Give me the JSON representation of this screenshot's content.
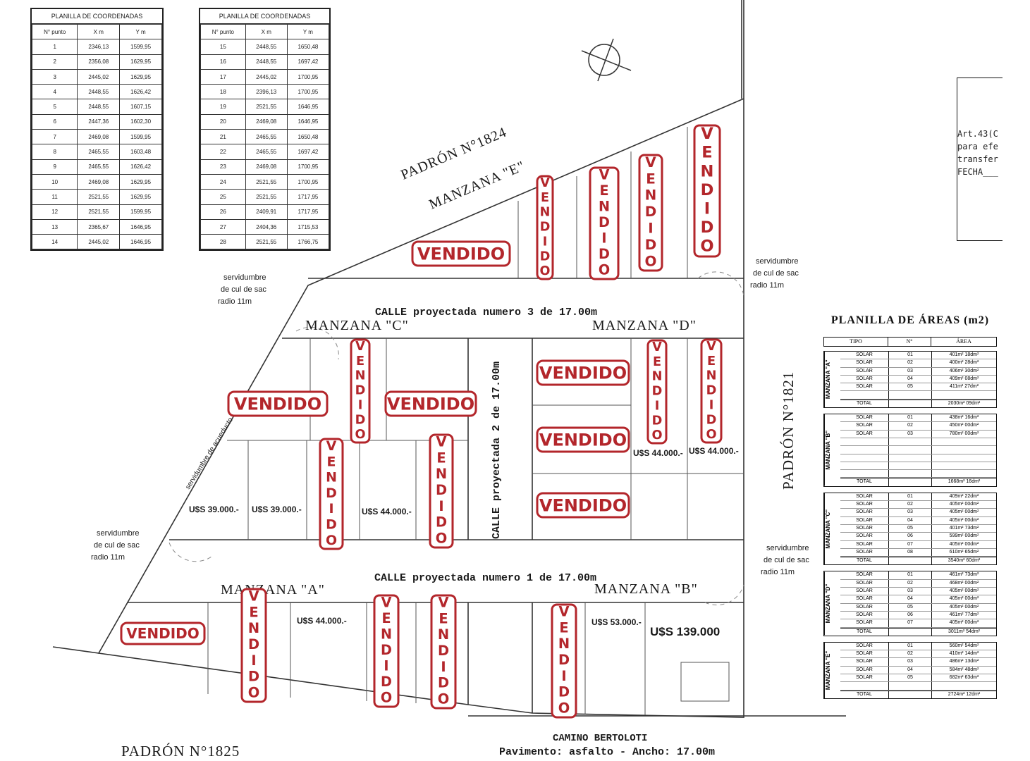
{
  "coord_table_1": {
    "title": "PLANILLA DE COORDENADAS",
    "headers": [
      "N° punto",
      "X m",
      "Y m"
    ],
    "rows": [
      [
        "1",
        "2346,13",
        "1599,95"
      ],
      [
        "2",
        "2356,08",
        "1629,95"
      ],
      [
        "3",
        "2445,02",
        "1629,95"
      ],
      [
        "4",
        "2448,55",
        "1626,42"
      ],
      [
        "5",
        "2448,55",
        "1607,15"
      ],
      [
        "6",
        "2447,36",
        "1602,30"
      ],
      [
        "7",
        "2469,08",
        "1599,95"
      ],
      [
        "8",
        "2465,55",
        "1603,48"
      ],
      [
        "9",
        "2465,55",
        "1626,42"
      ],
      [
        "10",
        "2469,08",
        "1629,95"
      ],
      [
        "11",
        "2521,55",
        "1629,95"
      ],
      [
        "12",
        "2521,55",
        "1599,95"
      ],
      [
        "13",
        "2365,67",
        "1646,95"
      ],
      [
        "14",
        "2445,02",
        "1646,95"
      ]
    ]
  },
  "coord_table_2": {
    "title": "PLANILLA DE COORDENADAS",
    "headers": [
      "N° punto",
      "X m",
      "Y m"
    ],
    "rows": [
      [
        "15",
        "2448,55",
        "1650,48"
      ],
      [
        "16",
        "2448,55",
        "1697,42"
      ],
      [
        "17",
        "2445,02",
        "1700,95"
      ],
      [
        "18",
        "2396,13",
        "1700,95"
      ],
      [
        "19",
        "2521,55",
        "1646,95"
      ],
      [
        "20",
        "2469,08",
        "1646,95"
      ],
      [
        "21",
        "2465,55",
        "1650,48"
      ],
      [
        "22",
        "2465,55",
        "1697,42"
      ],
      [
        "23",
        "2469,08",
        "1700,95"
      ],
      [
        "24",
        "2521,55",
        "1700,95"
      ],
      [
        "25",
        "2521,55",
        "1717,95"
      ],
      [
        "26",
        "2409,91",
        "1717,95"
      ],
      [
        "27",
        "2404,36",
        "1715,53"
      ],
      [
        "28",
        "2521,55",
        "1766,75"
      ]
    ]
  },
  "areas_table": {
    "title": "PLANILLA DE ÁREAS (m2)",
    "headers": [
      "TIPO",
      "N°",
      "ÁREA"
    ],
    "blocks": [
      {
        "name": "MANZANA \"A\"",
        "rows": [
          [
            "SOLAR",
            "01",
            "401m² 18dm²"
          ],
          [
            "SOLAR",
            "02",
            "400m² 28dm²"
          ],
          [
            "SOLAR",
            "03",
            "406m² 30dm²"
          ],
          [
            "SOLAR",
            "04",
            "409m² 08dm²"
          ],
          [
            "SOLAR",
            "05",
            "411m² 27dm²"
          ]
        ],
        "total": "2030m² 09dm²"
      },
      {
        "name": "MANZANA \"B\"",
        "rows": [
          [
            "SOLAR",
            "01",
            "438m² 16dm²"
          ],
          [
            "SOLAR",
            "02",
            "450m² 00dm²"
          ],
          [
            "SOLAR",
            "03",
            "780m² 00dm²"
          ]
        ],
        "total": "1668m² 16dm²"
      },
      {
        "name": "MANZANA \"C\"",
        "rows": [
          [
            "SOLAR",
            "01",
            "409m² 22dm²"
          ],
          [
            "SOLAR",
            "02",
            "405m² 00dm²"
          ],
          [
            "SOLAR",
            "03",
            "405m² 00dm²"
          ],
          [
            "SOLAR",
            "04",
            "405m² 00dm²"
          ],
          [
            "SOLAR",
            "05",
            "401m² 73dm²"
          ],
          [
            "SOLAR",
            "06",
            "599m² 00dm²"
          ],
          [
            "SOLAR",
            "07",
            "405m² 00dm²"
          ],
          [
            "SOLAR",
            "08",
            "610m² 65dm²"
          ]
        ],
        "total": "3540m² 60dm²"
      },
      {
        "name": "MANZANA \"D\"",
        "rows": [
          [
            "SOLAR",
            "01",
            "461m² 73dm²"
          ],
          [
            "SOLAR",
            "02",
            "468m² 00dm²"
          ],
          [
            "SOLAR",
            "03",
            "405m² 00dm²"
          ],
          [
            "SOLAR",
            "04",
            "405m² 00dm²"
          ],
          [
            "SOLAR",
            "05",
            "405m² 00dm²"
          ],
          [
            "SOLAR",
            "06",
            "461m² 77dm²"
          ],
          [
            "SOLAR",
            "07",
            "405m² 00dm²"
          ]
        ],
        "total": "3011m² 54dm²"
      },
      {
        "name": "MANZANA \"E\"",
        "rows": [
          [
            "SOLAR",
            "01",
            "560m² 54dm²"
          ],
          [
            "SOLAR",
            "02",
            "410m² 14dm²"
          ],
          [
            "SOLAR",
            "03",
            "486m² 13dm²"
          ],
          [
            "SOLAR",
            "04",
            "584m² 48dm²"
          ],
          [
            "SOLAR",
            "05",
            "682m² 63dm²"
          ]
        ],
        "total": "2724m² 12dm²"
      }
    ]
  },
  "art_box": [
    "Art.43(C",
    "para efe",
    "transfer",
    "FECHA___"
  ],
  "labels": {
    "padron_1824": "PADRÓN N°1824",
    "padron_1821": "PADRÓN N°1821",
    "padron_1825": "PADRÓN N°1825",
    "manzana_a": "MANZANA \"A\"",
    "manzana_b": "MANZANA \"B\"",
    "manzana_c": "MANZANA \"C\"",
    "manzana_d": "MANZANA \"D\"",
    "manzana_e": "MANZANA \"E\"",
    "calle_3": "CALLE proyectada numero 3 de 17.00m",
    "calle_1": "CALLE proyectada numero 1 de 17.00m",
    "calle_2": "CALLE proyectada 2 de 17.00m",
    "camino": "CAMINO BERTOLOTI",
    "pavimento": "Pavimento: asfalto - Ancho: 17.00m",
    "serv_1": [
      "servidumbre",
      "de cul de sac",
      "radio 11m"
    ],
    "serv_2": [
      "servidumbre",
      "de cul de sac",
      "radio 11m"
    ],
    "serv_3": [
      "servidumbre",
      "de cul de sac",
      "radio 11m"
    ],
    "serv_4": [
      "servidumbre",
      "de cul de sac",
      "radio 11m"
    ],
    "serv_acueducto": "servidumbre de acueducto",
    "price_39a": "U$S 39.000.-",
    "price_39b": "U$S 39.000.-",
    "price_44a": "U$S 44.000.-",
    "price_44b": "U$S 44.000.-",
    "price_44c": "U$S 44.000.-",
    "price_44d": "U$S 44.000.-",
    "price_53": "U$S 53.000.-",
    "price_139": "U$S 139.000"
  },
  "sold_stamp": "VENDIDO",
  "colors": {
    "stamp": "#b3262b",
    "line": "#333333",
    "ink": "#1a1a1a"
  }
}
